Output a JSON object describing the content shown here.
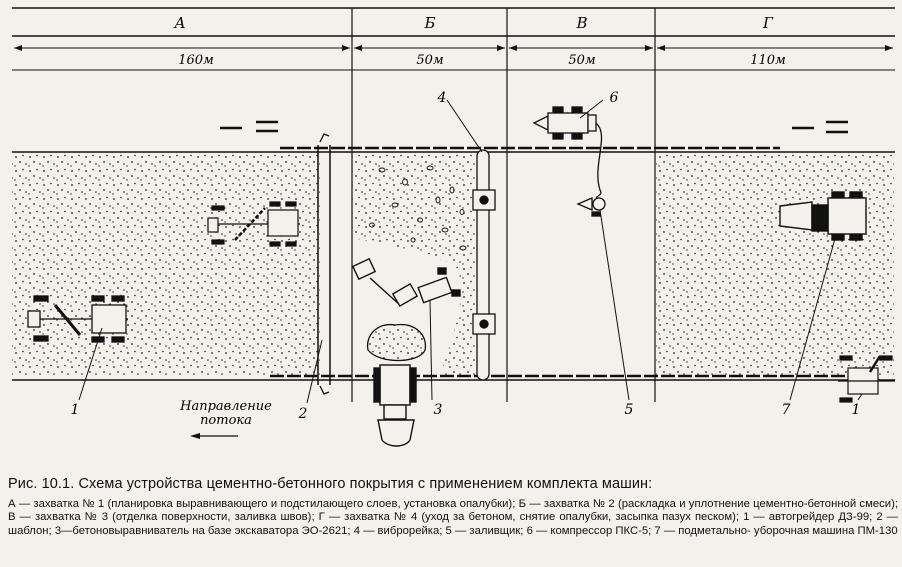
{
  "zones": [
    {
      "label": "А",
      "distance": "160м"
    },
    {
      "label": "Б",
      "distance": "50м"
    },
    {
      "label": "В",
      "distance": "50м"
    },
    {
      "label": "Г",
      "distance": "110м"
    }
  ],
  "callouts": {
    "c1_left": "1",
    "c1_right": "1",
    "c2": "2",
    "c3": "3",
    "c4": "4",
    "c5": "5",
    "c6": "6",
    "c7": "7"
  },
  "flow_direction": {
    "line1": "Направление",
    "line2": "потока"
  },
  "caption": {
    "title": "Рис. 10.1. Схема устройства цементно-бетонного покрытия с применением комплекта машин:",
    "legend": "А — захватка № 1 (планировка выравнивающего и подстилающего слоев, установка опалубки); Б — захватка № 2 (раскладка и уплотнение цементно-бетонной смеси); В — захватка № 3 (отделка поверхности, заливка швов); Г — захватка № 4 (уход за бетоном, снятие опалубки, засыпка пазух песком); 1 — автогрейдер ДЗ-99; 2 — шаблон; 3—бетоновыравниватель на базе экскаватора ЭО-2621; 4 — виброрейка; 5 — заливщик; 6 — компрессор ПКС-5; 7 — подметально- уборочная машина ПМ-130"
  },
  "colors": {
    "ink": "#111111",
    "paper": "#f3f1ec"
  }
}
